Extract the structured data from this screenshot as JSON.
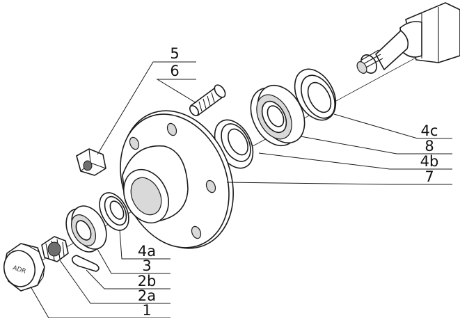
{
  "diagram": {
    "callouts": [
      {
        "id": "5",
        "label": "5"
      },
      {
        "id": "6",
        "label": "6"
      },
      {
        "id": "4c",
        "label": "4c"
      },
      {
        "id": "8",
        "label": "8"
      },
      {
        "id": "4b",
        "label": "4b"
      },
      {
        "id": "7",
        "label": "7"
      },
      {
        "id": "4a",
        "label": "4a"
      },
      {
        "id": "3",
        "label": "3"
      },
      {
        "id": "2b",
        "label": "2b"
      },
      {
        "id": "2a",
        "label": "2a"
      },
      {
        "id": "1",
        "label": "1"
      }
    ],
    "cap_marking": "ADR"
  }
}
